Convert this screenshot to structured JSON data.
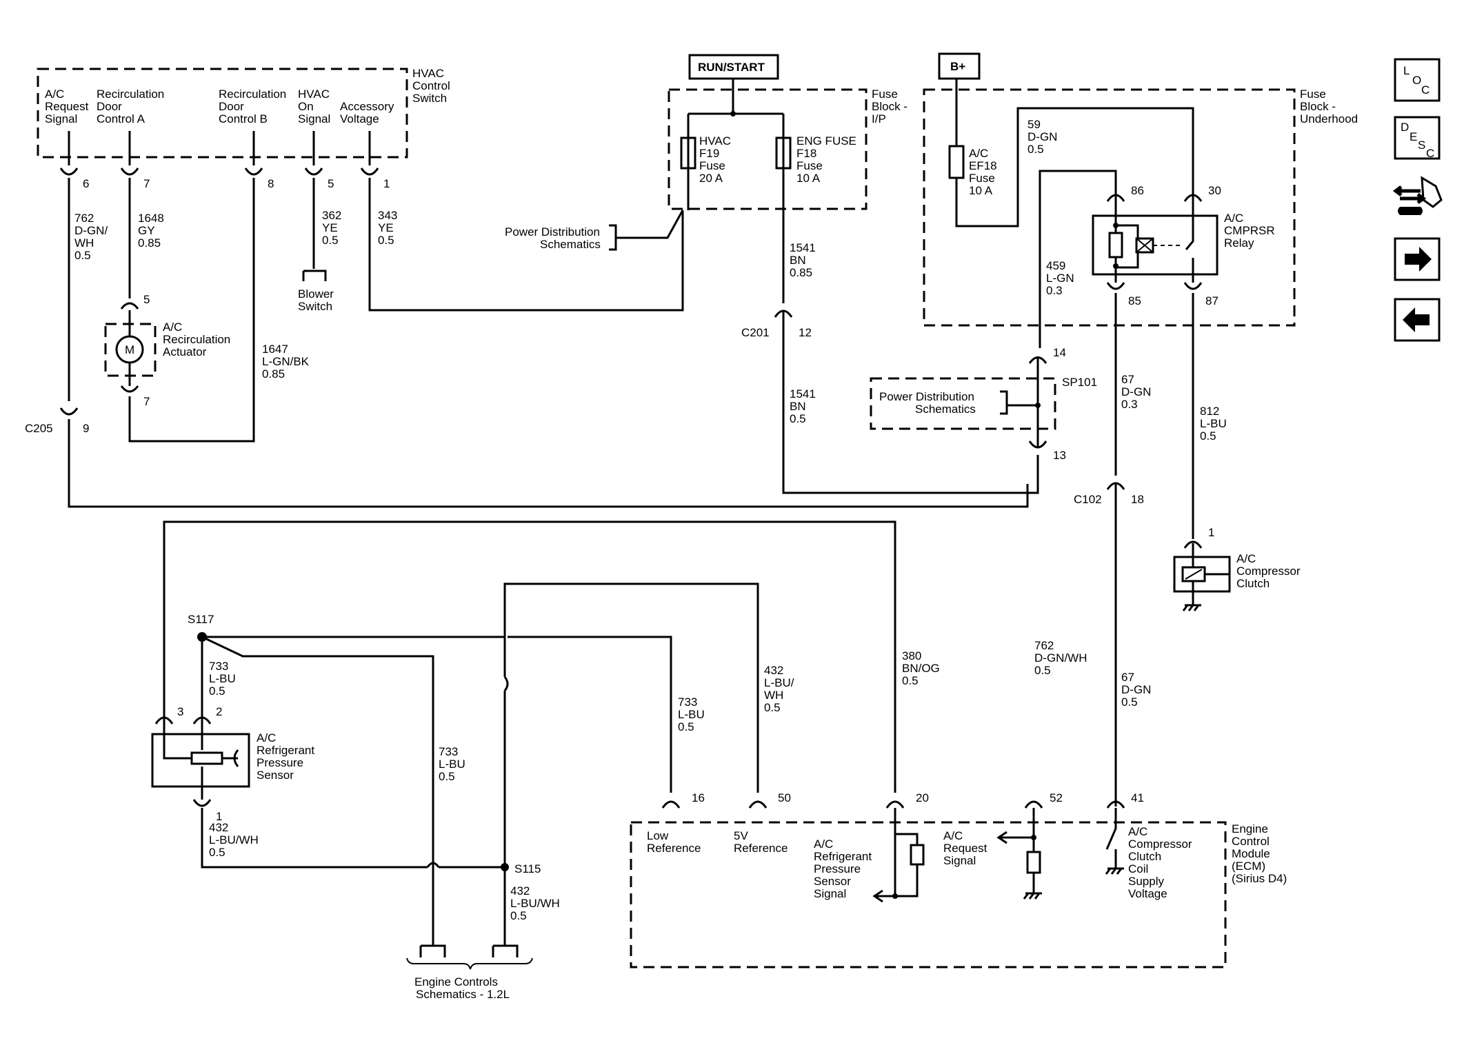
{
  "sources": {
    "run_start": "RUN/START",
    "b_plus": "B+"
  },
  "hvac_switch": {
    "title": [
      "HVAC",
      "Control",
      "Switch"
    ],
    "pins": [
      {
        "label": [
          "A/C",
          "Request",
          "Signal"
        ],
        "pin": "6",
        "wire": [
          "762",
          "D-GN/",
          "WH",
          "0.5"
        ]
      },
      {
        "label": [
          "Recirculation",
          "Door",
          "Control A"
        ],
        "pin": "7",
        "wire": [
          "1648",
          "GY",
          "0.85"
        ]
      },
      {
        "label": [
          "Recirculation",
          "Door",
          "Control B"
        ],
        "pin": "8",
        "wire": [
          "1647",
          "L-GN/BK",
          "0.85"
        ]
      },
      {
        "label": [
          "HVAC",
          "On",
          "Signal"
        ],
        "pin": "5",
        "wire": [
          "362",
          "YE",
          "0.5"
        ]
      },
      {
        "label": [
          "Accessory",
          "Voltage"
        ],
        "pin": "1",
        "wire": [
          "343",
          "YE",
          "0.5"
        ]
      }
    ]
  },
  "blower_switch": [
    "Blower",
    "Switch"
  ],
  "actuator": {
    "label": [
      "A/C",
      "Recirculation",
      "Actuator"
    ],
    "pin_top": "5",
    "pin_bottom": "7",
    "motor": "M"
  },
  "c205": {
    "name": "C205",
    "pin": "9"
  },
  "fuse_block_ip": {
    "title": [
      "Fuse",
      "Block -",
      "I/P"
    ],
    "hvac_fuse": [
      "HVAC",
      "F19",
      "Fuse",
      "20 A"
    ],
    "eng_fuse": [
      "ENG FUSE",
      "F18",
      "Fuse",
      "10 A"
    ]
  },
  "pds_left": [
    "Power Distribution",
    "Schematics"
  ],
  "wire_1541_a": [
    "1541",
    "BN",
    "0.85"
  ],
  "c201": {
    "name": "C201",
    "pin": "12"
  },
  "wire_1541_b": [
    "1541",
    "BN",
    "0.5"
  ],
  "fuse_block_uh": {
    "title": [
      "Fuse",
      "Block -",
      "Underhood"
    ],
    "ac_fuse": [
      "A/C",
      "EF18",
      "Fuse",
      "10 A"
    ],
    "wire_59": [
      "59",
      "D-GN",
      "0.5"
    ],
    "relay_label": [
      "A/C",
      "CMPRSR",
      "Relay"
    ],
    "pin86": "86",
    "pin30": "30",
    "pin85": "85",
    "pin87": "87"
  },
  "wire_459": [
    "459",
    "L-GN",
    "0.3"
  ],
  "sp101": {
    "name": "SP101",
    "pin_top": "14",
    "pin_bottom": "13",
    "label": [
      "Power Distribution",
      "Schematics"
    ]
  },
  "wire_67_a": [
    "67",
    "D-GN",
    "0.3"
  ],
  "c102": {
    "name": "C102",
    "pin": "18"
  },
  "wire_67_b": [
    "67",
    "D-GN",
    "0.5"
  ],
  "wire_812": [
    "812",
    "L-BU",
    "0.5"
  ],
  "clutch": {
    "pin": "1",
    "label": [
      "A/C",
      "Compressor",
      "Clutch"
    ]
  },
  "s117": "S117",
  "wire_733_a": [
    "733",
    "L-BU",
    "0.5"
  ],
  "sensor": {
    "pin3": "3",
    "pin2": "2",
    "pin1": "1",
    "label": [
      "A/C",
      "Refrigerant",
      "Pressure",
      "Sensor"
    ]
  },
  "wire_432_a": [
    "432",
    "L-BU/WH",
    "0.5"
  ],
  "wire_733_b": [
    "733",
    "L-BU",
    "0.5"
  ],
  "s115": "S115",
  "wire_432_b": [
    "432",
    "L-BU/WH",
    "0.5"
  ],
  "engine_controls": [
    "Engine Controls",
    "Schematics - 1.2L"
  ],
  "wire_733_c": [
    "733",
    "L-BU",
    "0.5"
  ],
  "wire_432_c": [
    "432",
    "L-BU/",
    "WH",
    "0.5"
  ],
  "wire_380": [
    "380",
    "BN/OG",
    "0.5"
  ],
  "wire_762_b": [
    "762",
    "D-GN/WH",
    "0.5"
  ],
  "ecm": {
    "title": [
      "Engine",
      "Control",
      "Module",
      "(ECM)",
      "(Sirius D4)"
    ],
    "pins": [
      "16",
      "50",
      "20",
      "52",
      "41"
    ],
    "low_ref": [
      "Low",
      "Reference"
    ],
    "v5_ref": [
      "5V",
      "Reference"
    ],
    "press_signal": [
      "A/C",
      "Refrigerant",
      "Pressure",
      "Sensor",
      "Signal"
    ],
    "req_signal": [
      "A/C",
      "Request",
      "Signal"
    ],
    "clutch_supply": [
      "A/C",
      "Compressor",
      "Clutch",
      "Coil",
      "Supply",
      "Voltage"
    ]
  },
  "nav": {
    "loc": [
      "L",
      "O",
      "C"
    ],
    "desc": [
      "D",
      "E",
      "S",
      "C"
    ]
  }
}
